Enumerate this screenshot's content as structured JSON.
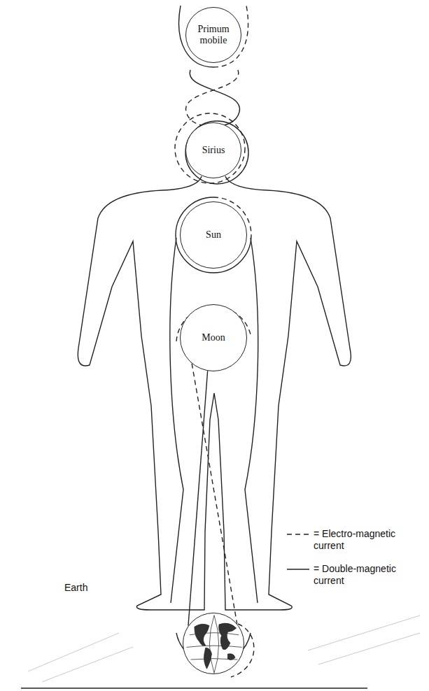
{
  "diagram": {
    "nodes": [
      {
        "text": [
          "Primum mobile"
        ]
      },
      {
        "text": [
          "Sirius"
        ]
      },
      {
        "text": [
          "Sun"
        ]
      },
      {
        "text": [
          "Moon"
        ]
      },
      {
        "text": [
          "Earth"
        ]
      }
    ],
    "edges": [
      {
        "from": 3,
        "to": 4,
        "arrow": "none"
      },
      {
        "from": 3,
        "to": 4,
        "arrow": "none"
      }
    ],
    "legend": [
      {
        "text": "= Electro-magnetic current"
      },
      {
        "text": "= Double-magnetic current"
      }
    ]
  }
}
